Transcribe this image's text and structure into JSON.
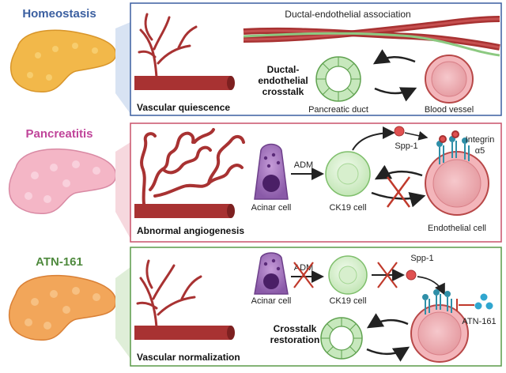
{
  "rows": [
    {
      "heading": "Homeostasis",
      "vessel_caption": "Vascular quiescence",
      "association_label": "Ductal-endothelial association",
      "crosstalk_label": [
        "Ductal-",
        "endothelial",
        "crosstalk"
      ],
      "duct_label": "Pancreatic duct",
      "vessel_label": "Blood vessel"
    },
    {
      "heading": "Pancreatitis",
      "vessel_caption": "Abnormal angiogenesis",
      "adm_label": "ADM",
      "acinar_label": "Acinar cell",
      "ck19_label": "CK19 cell",
      "spp_label": "Spp-1",
      "integrin_label": [
        "Integrin",
        "α5"
      ],
      "endothelial_label": "Endothelial cell"
    },
    {
      "heading": "ATN-161",
      "vessel_caption": "Vascular normalization",
      "adm_label": "ADM",
      "acinar_label": "Acinar cell",
      "ck19_label": "CK19 cell",
      "spp_label": "Spp-1",
      "drug_label": "ATN-161",
      "restoration_label": [
        "Crosstalk",
        "restoration"
      ]
    }
  ],
  "colors": {
    "homeostasis": "#3b5fa0",
    "pancreatitis": "#c0459a",
    "atn161": "#4f8a3e",
    "vessel": "#a83232",
    "duct": "#8cc981",
    "inhibit": "#c0392b",
    "spp1": "#e05050",
    "drug": "#30a6cf"
  }
}
